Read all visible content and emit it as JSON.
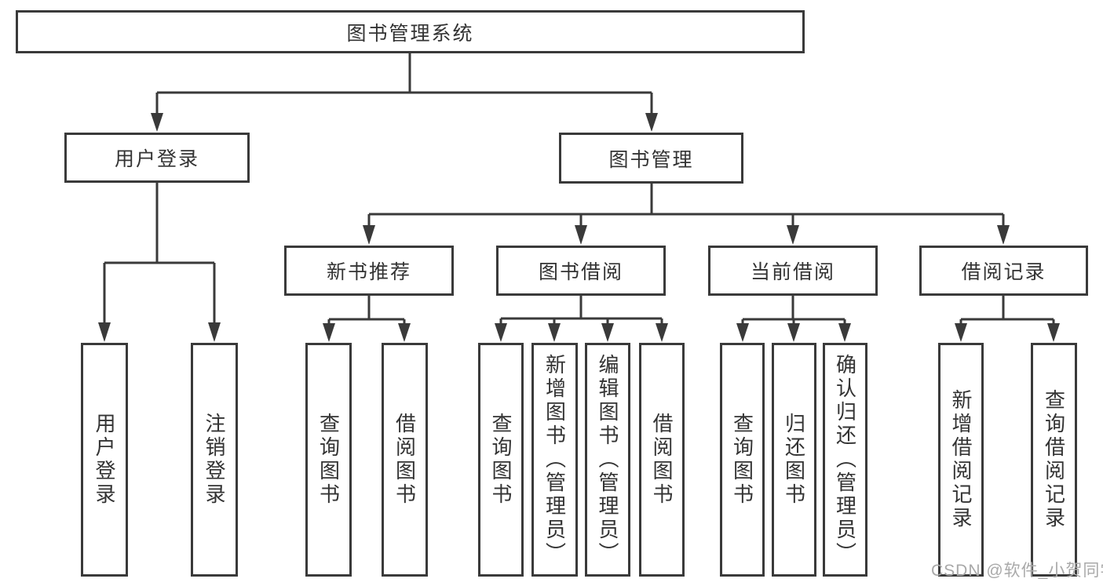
{
  "diagram": {
    "title": "图书管理系统",
    "level2": [
      {
        "label": "用户登录",
        "children": [
          {
            "label": "用户登录"
          },
          {
            "label": "注销登录"
          }
        ]
      },
      {
        "label": "图书管理",
        "children": [
          {
            "label": "新书推荐",
            "children": [
              {
                "label": "查询图书"
              },
              {
                "label": "借阅图书"
              }
            ]
          },
          {
            "label": "图书借阅",
            "children": [
              {
                "label": "查询图书"
              },
              {
                "label": "新增图书（管理员）"
              },
              {
                "label": "编辑图书（管理员）"
              },
              {
                "label": "借阅图书"
              }
            ]
          },
          {
            "label": "当前借阅",
            "children": [
              {
                "label": "查询图书"
              },
              {
                "label": "归还图书"
              },
              {
                "label": "确认归还（管理员）"
              }
            ]
          },
          {
            "label": "借阅记录",
            "children": [
              {
                "label": "新增借阅记录"
              },
              {
                "label": "查询借阅记录"
              }
            ]
          }
        ]
      }
    ]
  },
  "watermark": {
    "text": "CSDN @软件_小贺同学"
  },
  "colors": {
    "line": "#3a3a3a",
    "text": "#333333",
    "watermark": "#a9a9a9",
    "background": "#ffffff"
  }
}
